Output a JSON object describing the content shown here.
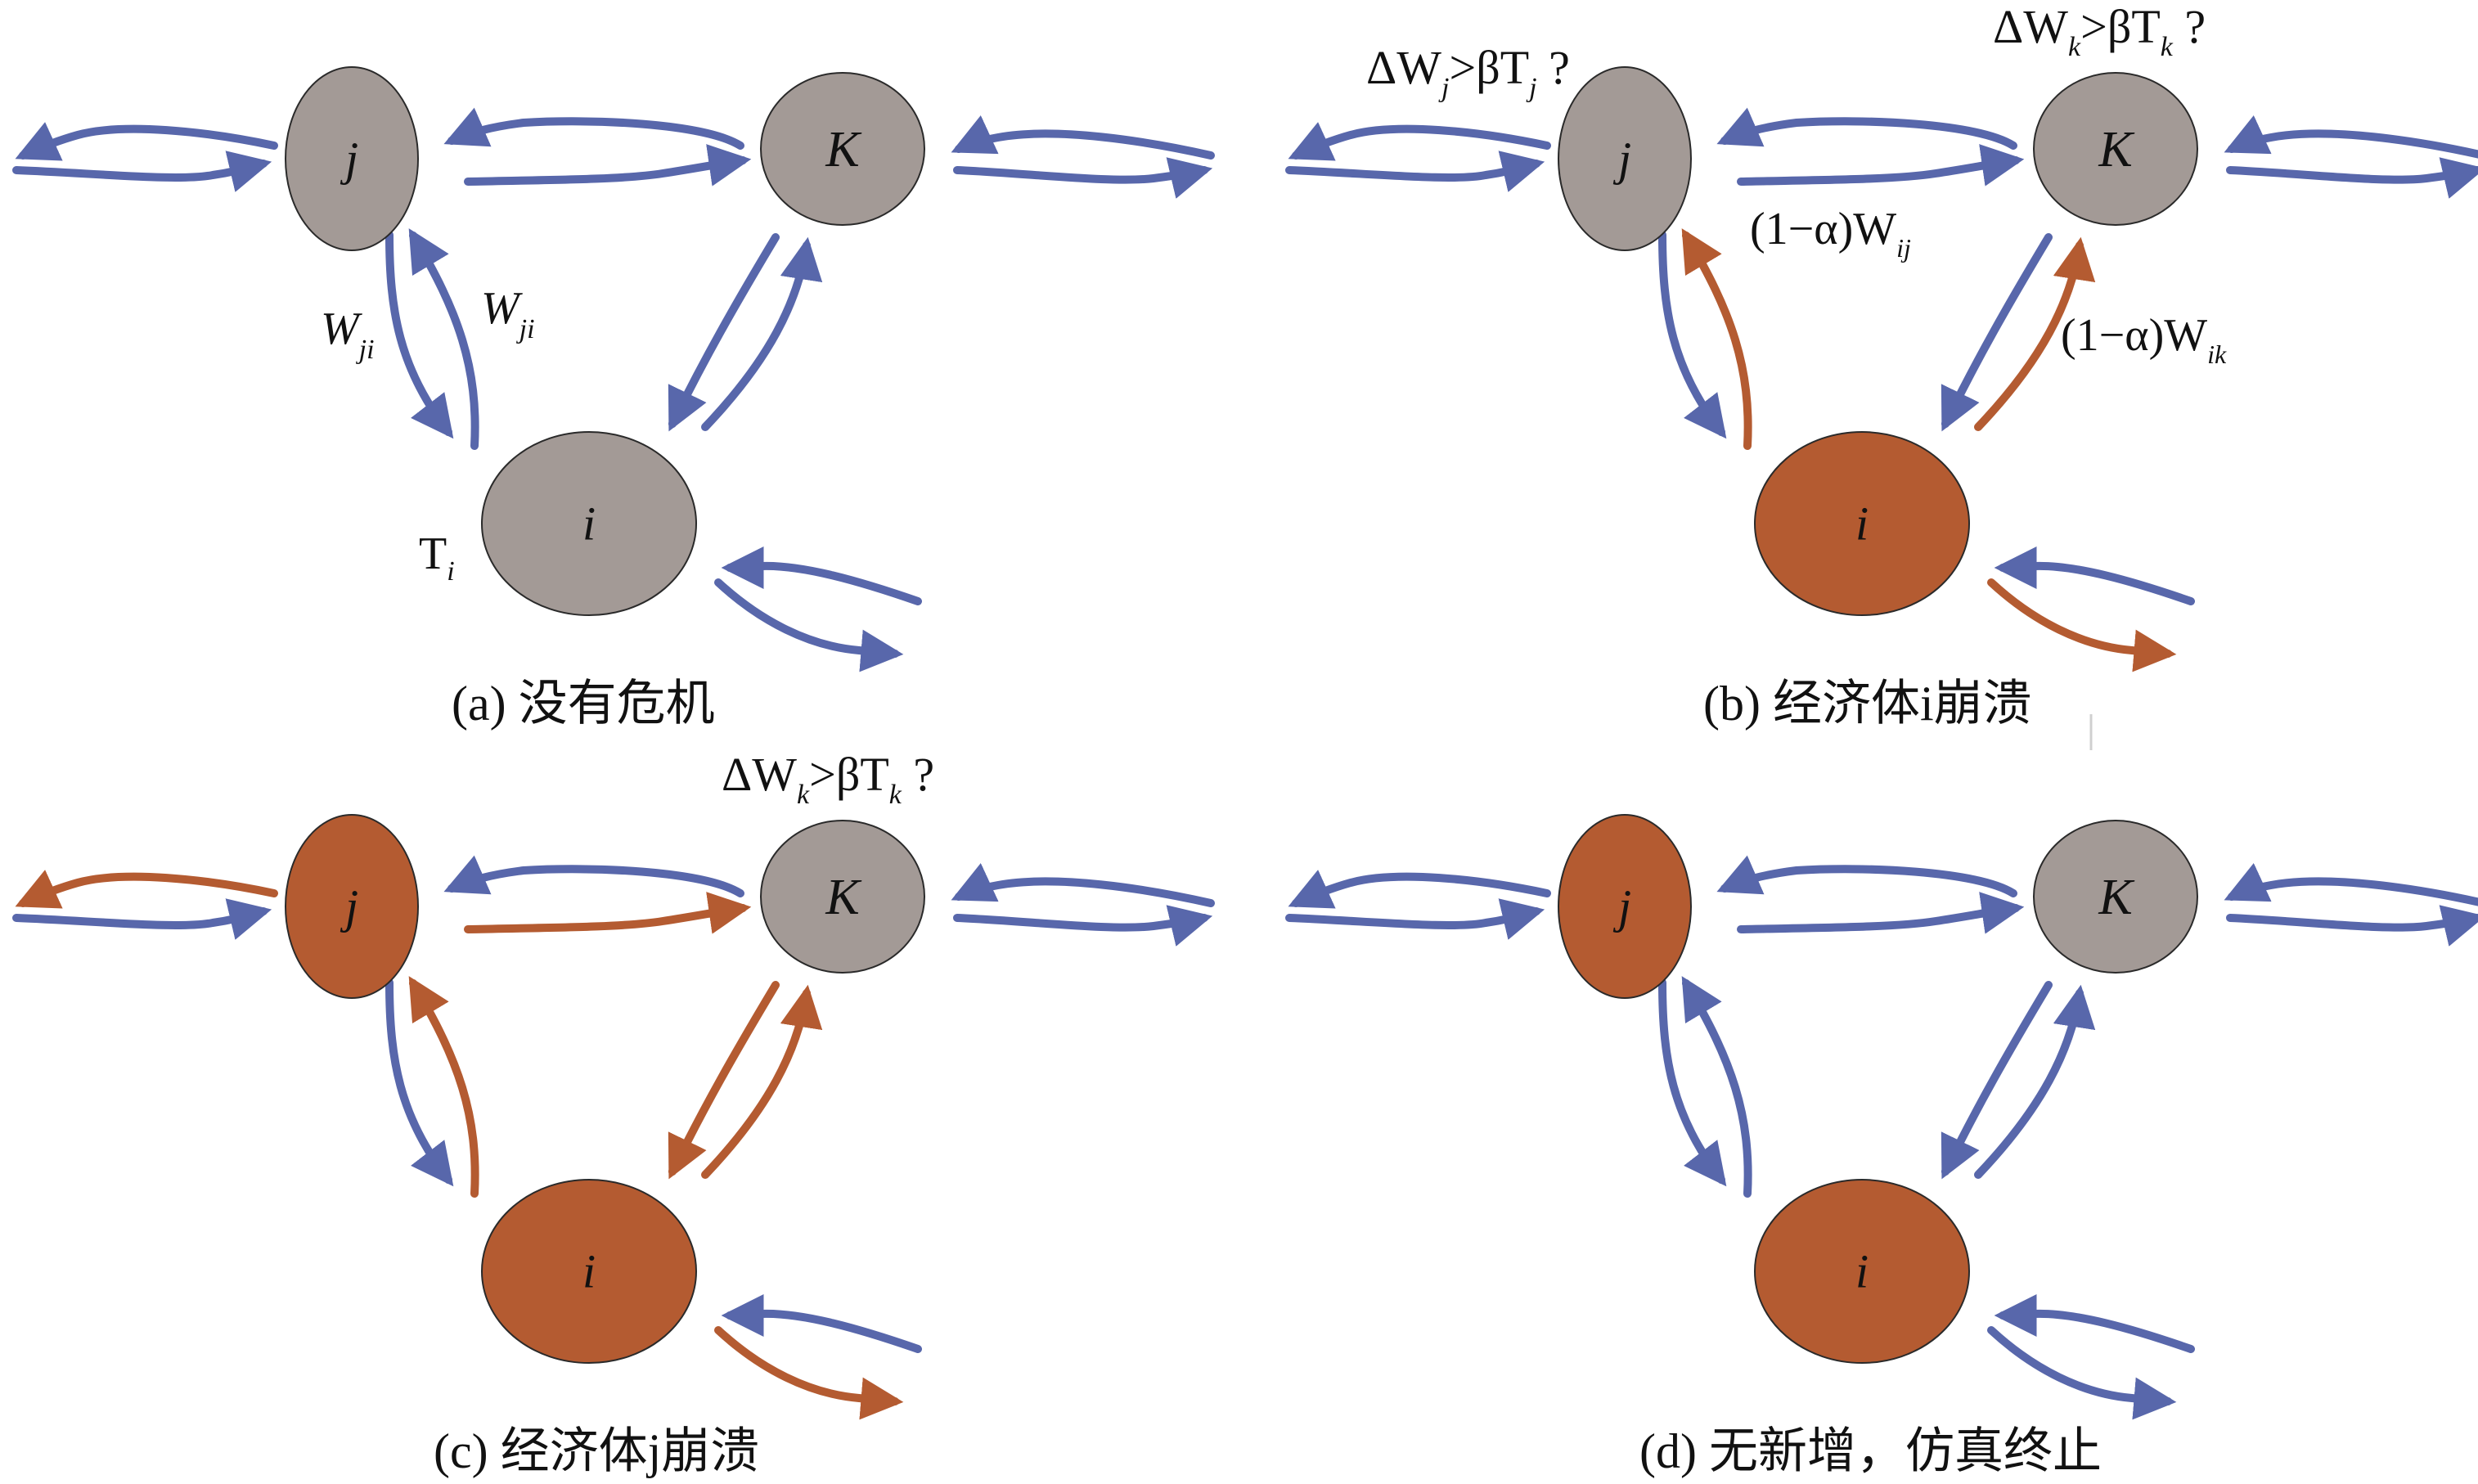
{
  "colors": {
    "normal_flow": "#5867AB",
    "crisis_flow": "#B45B31",
    "healthy_node": "#A39A96",
    "collapsed_node": "#B45B31",
    "node_outline": "#2a2a2a",
    "divider": "#d0d0d0"
  },
  "panels": [
    {
      "id": "a",
      "caption": "(a) 没有危机",
      "nodes": {
        "j": {
          "label": "j",
          "state": "healthy"
        },
        "K": {
          "label": "K",
          "state": "healthy"
        },
        "i": {
          "label": "i",
          "state": "healthy"
        }
      },
      "edges": [
        "normal",
        "normal",
        "normal",
        "normal",
        "normal",
        "normal",
        "normal",
        "normal",
        "normal",
        "normal",
        "normal",
        "normal"
      ],
      "annotations": {
        "w_ji_left": {
          "main": "W",
          "sub": "ji"
        },
        "w_ji_right": {
          "main": "W",
          "sub": "ji"
        },
        "t_i": {
          "main": "T",
          "sub": "i"
        }
      }
    },
    {
      "id": "b",
      "caption": "(b) 经济体i崩溃",
      "nodes": {
        "j": {
          "label": "j",
          "state": "healthy"
        },
        "K": {
          "label": "K",
          "state": "healthy"
        },
        "i": {
          "label": "i",
          "state": "collapsed"
        }
      },
      "edges": [
        "normal",
        "normal",
        "normal",
        "normal",
        "normal",
        "normal",
        "normal",
        "crisis",
        "normal",
        "crisis",
        "normal",
        "crisis"
      ],
      "annotations": {
        "check_j": {
          "pre": "ΔW",
          "sub1": "j",
          "mid": ">βT",
          "sub2": "j",
          "post": " ?"
        },
        "check_k": {
          "pre": "ΔW",
          "sub1": "k",
          "mid": ">βT",
          "sub2": "k",
          "post": " ?"
        },
        "loss_ij": {
          "main": "(1−α)W",
          "sub": "ij"
        },
        "loss_ik": {
          "main": "(1−α)W",
          "sub": "ik"
        }
      }
    },
    {
      "id": "c",
      "caption": "(c) 经济体j崩溃",
      "nodes": {
        "j": {
          "label": "j",
          "state": "collapsed"
        },
        "K": {
          "label": "K",
          "state": "healthy"
        },
        "i": {
          "label": "i",
          "state": "collapsed"
        }
      },
      "edges": [
        "crisis",
        "normal",
        "normal",
        "crisis",
        "normal",
        "normal",
        "normal",
        "crisis",
        "crisis",
        "crisis",
        "normal",
        "crisis"
      ],
      "annotations": {
        "check_k": {
          "pre": "ΔW",
          "sub1": "k",
          "mid": ">βT",
          "sub2": "k",
          "post": " ?"
        }
      }
    },
    {
      "id": "d",
      "caption": "(d) 无新增，仿真终止",
      "nodes": {
        "j": {
          "label": "j",
          "state": "collapsed"
        },
        "K": {
          "label": "K",
          "state": "healthy"
        },
        "i": {
          "label": "i",
          "state": "collapsed"
        }
      },
      "edges": [
        "normal",
        "normal",
        "normal",
        "normal",
        "normal",
        "normal",
        "normal",
        "normal",
        "normal",
        "normal",
        "normal",
        "normal"
      ],
      "annotations": {}
    }
  ]
}
